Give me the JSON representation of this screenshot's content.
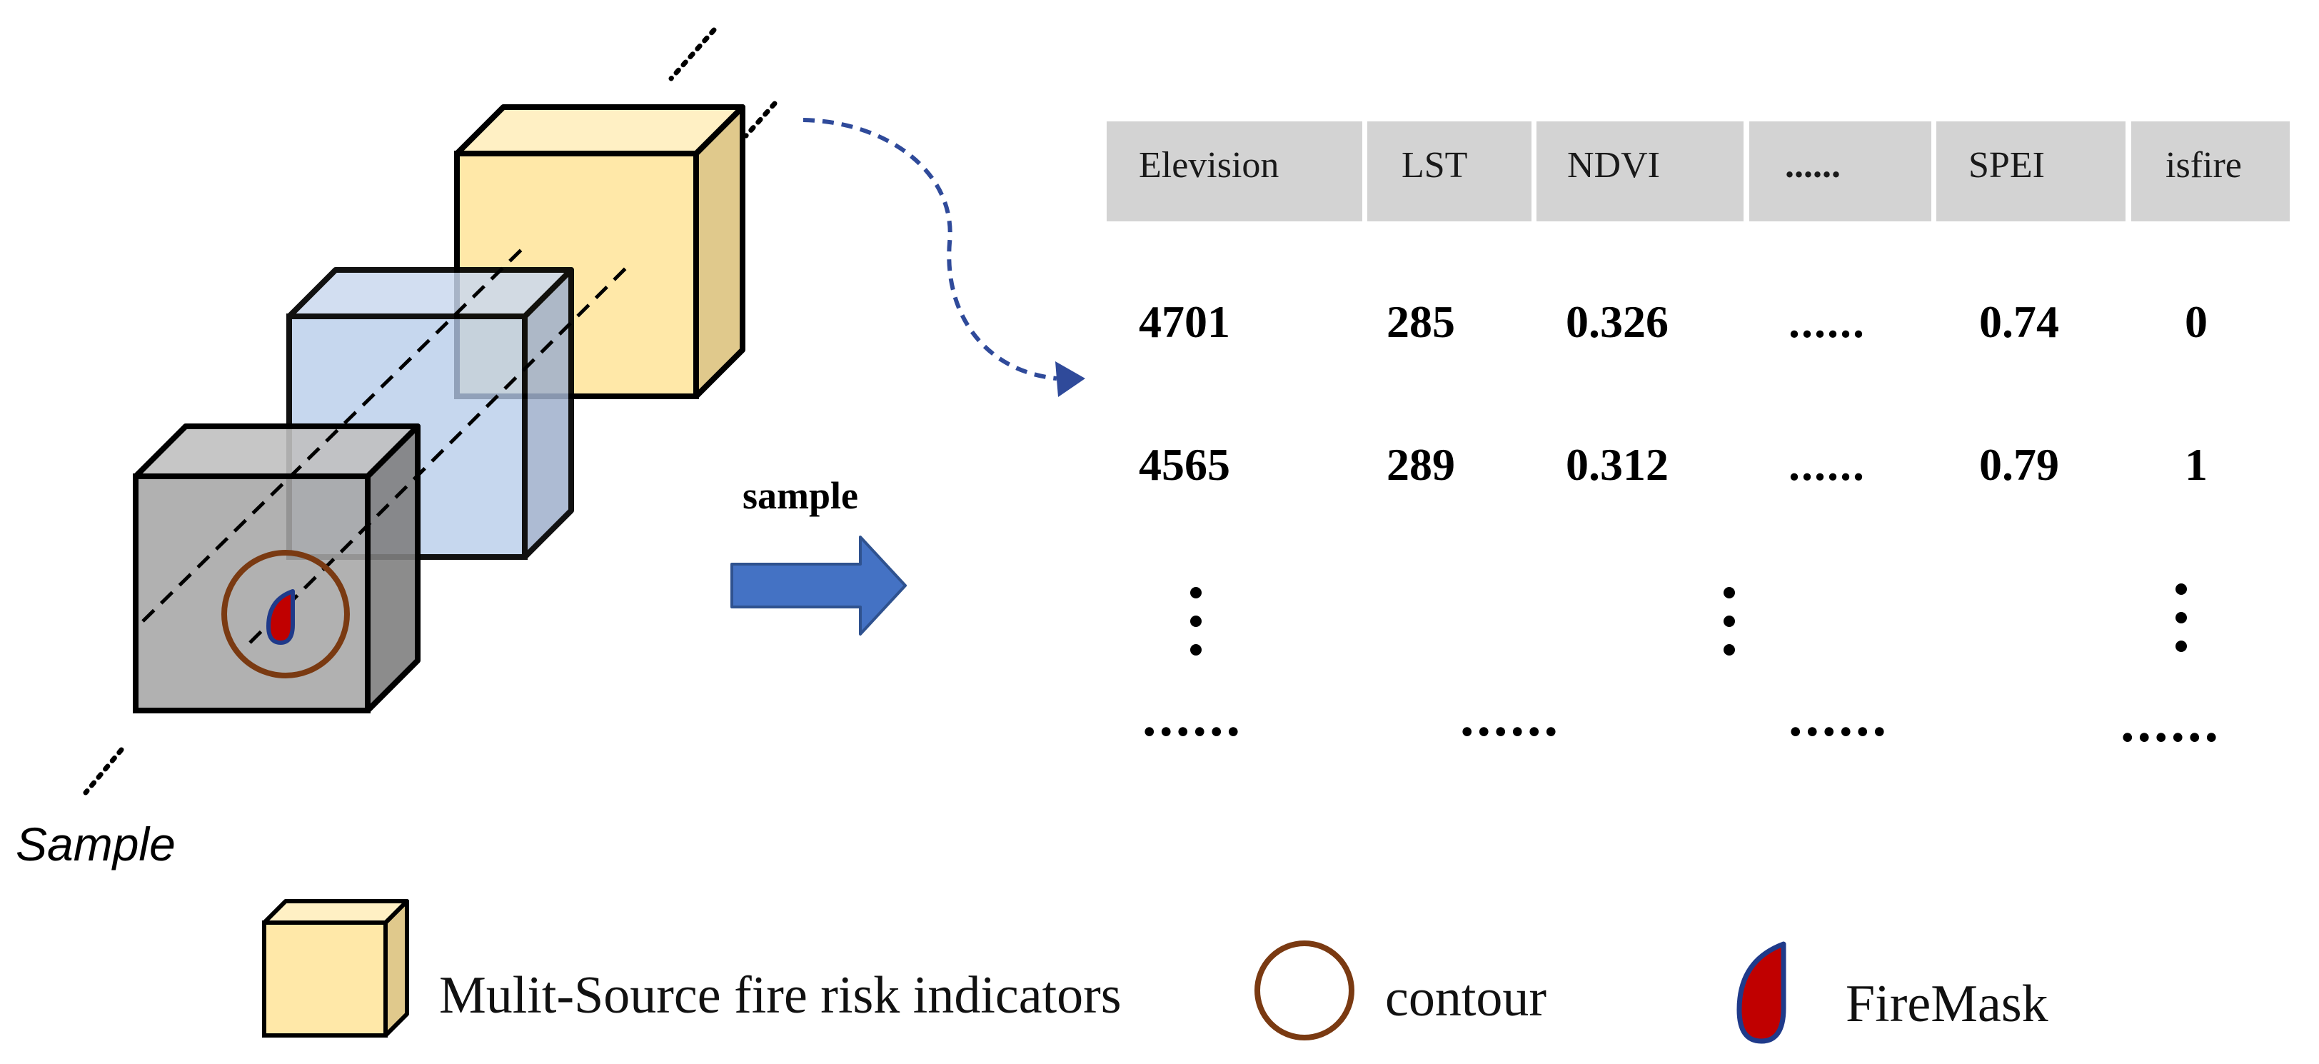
{
  "sample_label": "Sample",
  "arrow_label": "sample",
  "table": {
    "headers": [
      "Elevision",
      "LST",
      "NDVI",
      "......",
      "SPEI",
      "isfire"
    ],
    "rows": [
      [
        "4701",
        "285",
        "0.326",
        "......",
        "0.74",
        "0"
      ],
      [
        "4565",
        "289",
        "0.312",
        "......",
        "0.79",
        "1"
      ]
    ],
    "ellipsis_row": [
      "......",
      "......",
      "......",
      "......"
    ]
  },
  "legend": {
    "cube_label": "Mulit-Source fire risk indicators",
    "contour_label": "contour",
    "firemask_label": "FireMask"
  },
  "colors": {
    "cube_yellow": "#FFE8A8",
    "cube_blue": "#B7CCEA",
    "cube_gray": "#A6A6A6",
    "contour": "#7A3A12",
    "firemask_fill": "#C00000",
    "firemask_stroke": "#1F3A8A",
    "arrow": "#4472C4",
    "header_bg": "#D3D3D3"
  }
}
